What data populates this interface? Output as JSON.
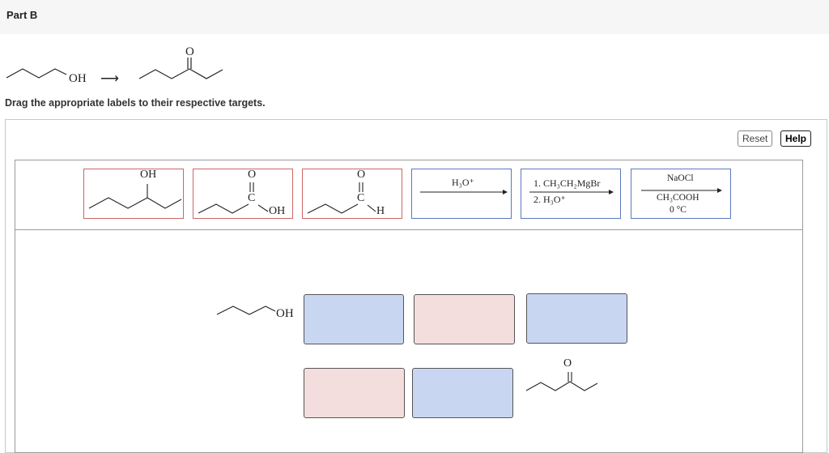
{
  "part": {
    "title": "Part B"
  },
  "reaction": {
    "start_oh": "OH",
    "arrow": "⟶",
    "product_o": "O"
  },
  "instructions": "Drag the appropriate labels to their respective targets.",
  "buttons": {
    "reset": "Reset",
    "help": "Help"
  },
  "labels": [
    {
      "kind": "alcohol",
      "oh": "OH"
    },
    {
      "kind": "carboxylic-acid",
      "o": "O",
      "c": "C",
      "oh": "OH"
    },
    {
      "kind": "aldehyde",
      "o": "O",
      "c": "C",
      "h": "H"
    },
    {
      "kind": "reagent",
      "line1": "H₃O⁺"
    },
    {
      "kind": "reagent",
      "line1": "1. CH₃CH₂MgBr",
      "line2": "2. H₃O⁺"
    },
    {
      "kind": "reagent",
      "line1": "NaOCl",
      "line2": "CH₃COOH",
      "line3": "0 °C"
    }
  ],
  "workspace": {
    "start_oh": "OH",
    "product_o": "O"
  },
  "colors": {
    "target_blue": "#c9d6f2",
    "target_pink": "#f3dedd"
  }
}
